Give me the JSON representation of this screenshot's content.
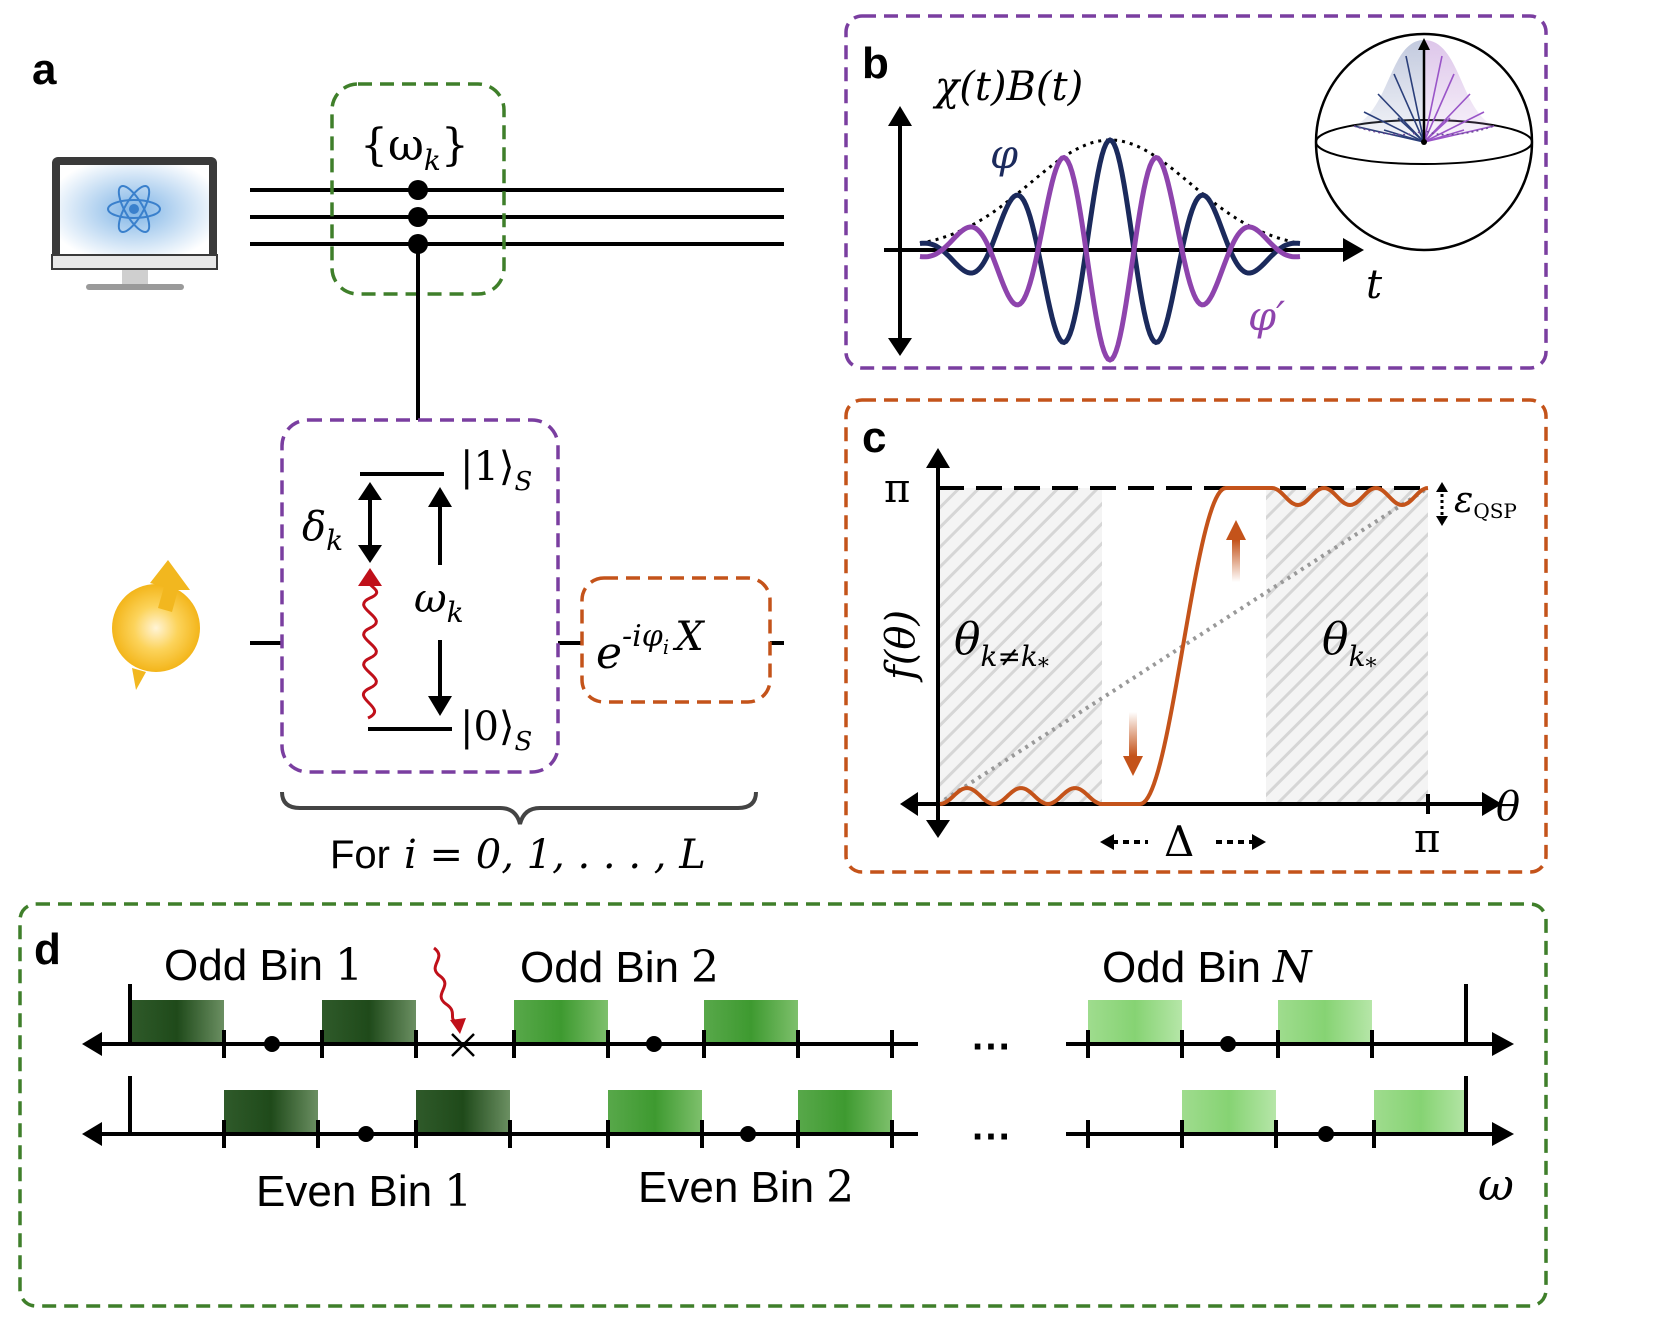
{
  "panel_labels": {
    "a": "a",
    "b": "b",
    "c": "c",
    "d": "d"
  },
  "panel_a": {
    "omega_set": "{ω",
    "omega_set_sub": "k",
    "omega_set_close": "}",
    "ket1": "|1⟩",
    "ket0": "|0⟩",
    "ket_sub": "S",
    "delta": "δ",
    "delta_sub": "k",
    "omega": "ω",
    "omega_sub": "k",
    "gate_base": "e",
    "gate_exp": "-iφ",
    "gate_exp_sub": "i",
    "gate_x": "X",
    "loop_for": "For",
    "loop_range": "i = 0, 1, . . . , L"
  },
  "panel_b": {
    "ylabel": "χ(t)B(t)",
    "xlabel": "t",
    "phi": "φ",
    "phi_prime": "φ′"
  },
  "panel_c": {
    "ylabel": "f(θ)",
    "xlabel": "θ",
    "pi_y": "π",
    "pi_x": "π",
    "eps": "ε",
    "eps_sub": "QSP",
    "theta_left": "θ",
    "theta_left_sub": "k≠k",
    "theta_right": "θ",
    "theta_right_sub": "k",
    "star": "*",
    "delta": "Δ"
  },
  "panel_d": {
    "odd_bin_word": "Odd Bin",
    "even_bin_word": "Even Bin",
    "odd1_num": "1",
    "odd2_num": "2",
    "oddN_num": "N",
    "even1_num": "1",
    "even2_num": "2",
    "ellipsis": "···",
    "xlabel": "ω"
  },
  "colors": {
    "purple": "#7a3ea0",
    "orange": "#c4531a",
    "green": "#3f7f2a",
    "navy": "#1b2a5c",
    "violet": "#8e44ad",
    "red": "#c0101a"
  }
}
